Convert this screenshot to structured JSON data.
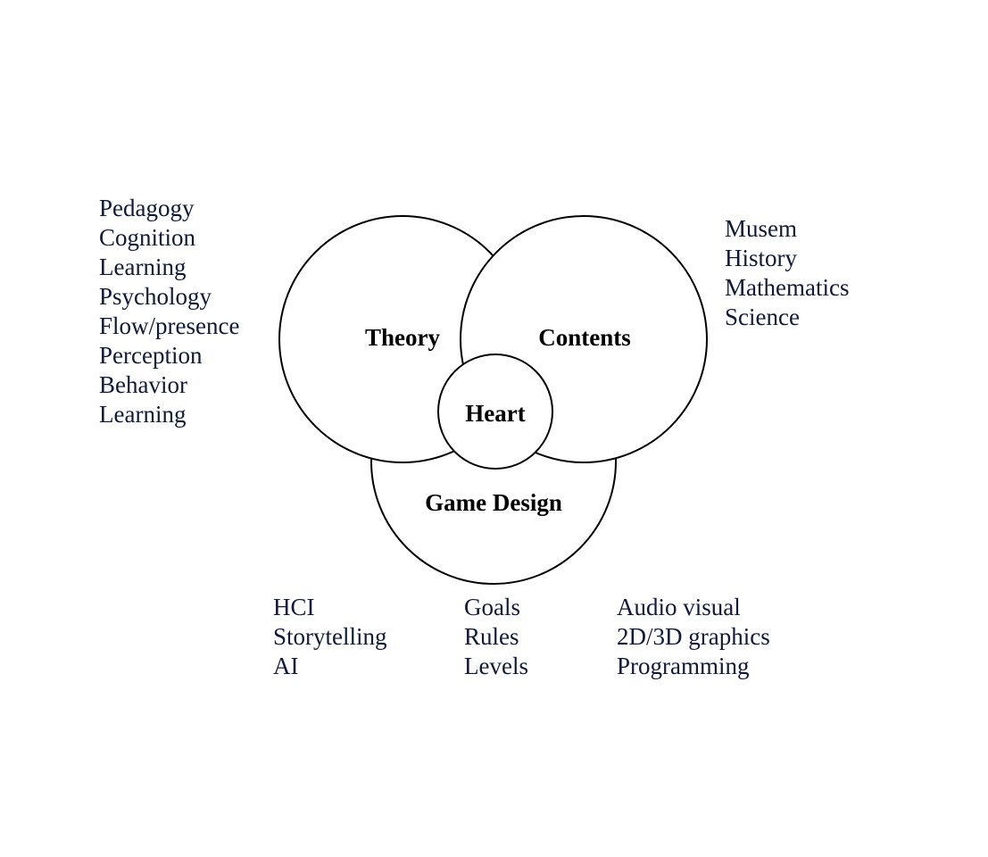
{
  "circles": {
    "theory": "Theory",
    "contents": "Contents",
    "game_design": "Game Design",
    "heart": "Heart"
  },
  "lists": {
    "theory": [
      "Pedagogy",
      "Cognition",
      "Learning",
      "Psychology",
      "Flow/presence",
      "Perception",
      "Behavior",
      "Learning"
    ],
    "contents": [
      "Musem",
      "History",
      "Mathematics",
      "Science"
    ],
    "game_left": [
      "HCI",
      "Storytelling",
      "AI"
    ],
    "game_center": [
      "Goals",
      "Rules",
      "Levels"
    ],
    "game_right": [
      "Audio visual",
      "2D/3D graphics",
      "Programming"
    ]
  },
  "colors": {
    "text": "#0f1a3a",
    "stroke": "#000000",
    "background": "#ffffff"
  }
}
